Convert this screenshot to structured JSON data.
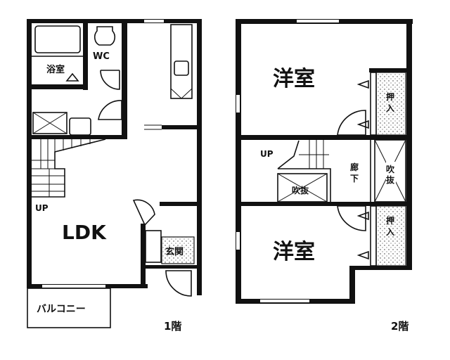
{
  "floor1": {
    "label": "1階",
    "rooms": {
      "bath": "浴室",
      "wc": "WC",
      "ldk": "LDK",
      "entrance": "玄関",
      "balcony": "バルコニー",
      "stairs_up": "UP"
    }
  },
  "floor2": {
    "label": "2階",
    "rooms": {
      "western_room_top": "洋室",
      "western_room_bottom": "洋室",
      "closet_top": "押入",
      "closet_bottom": "押入",
      "hallway": "廊下",
      "void_right": "吹抜",
      "void_stair": "吹抜",
      "stairs_up": "UP"
    }
  },
  "colors": {
    "line": "#111111",
    "background": "#ffffff"
  }
}
